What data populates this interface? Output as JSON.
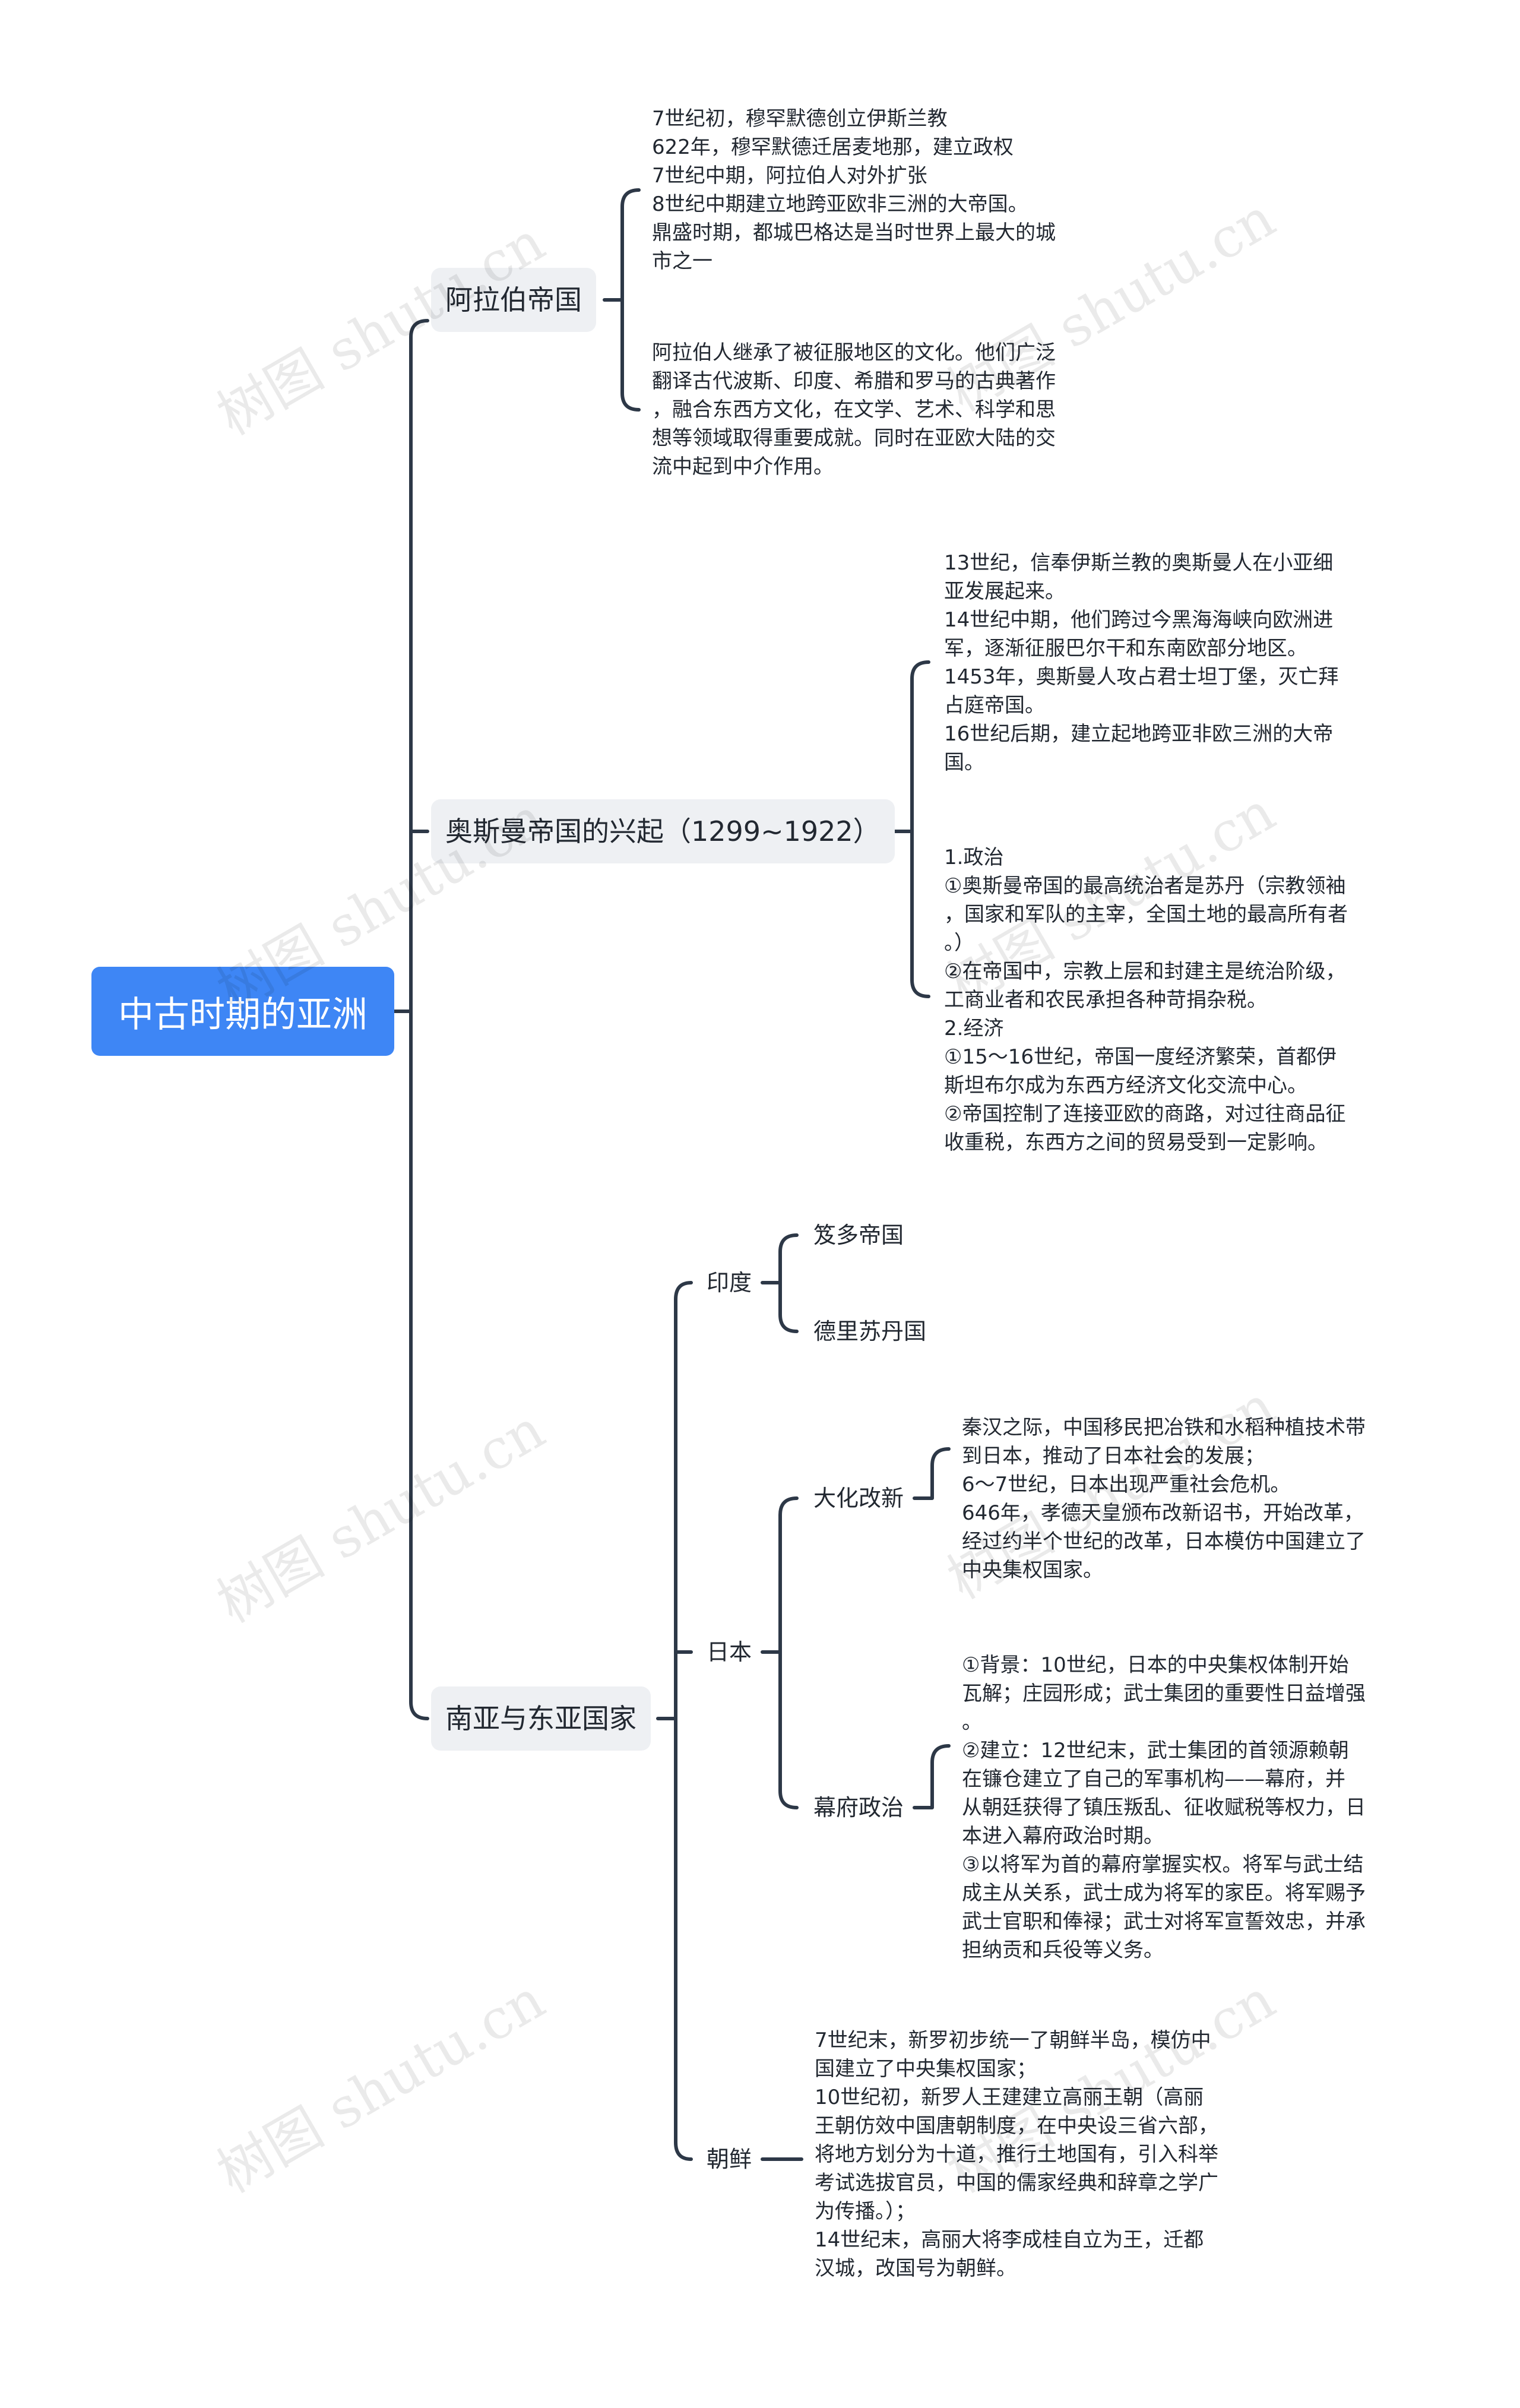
{
  "root": {
    "title": "中古时期的亚洲"
  },
  "watermark": "树图 shutu.cn",
  "arab": {
    "label": "阿拉伯帝国",
    "text1": "7世纪初，穆罕默德创立伊斯兰教\n622年，穆罕默德迁居麦地那，建立政权\n7世纪中期，阿拉伯人对外扩张\n8世纪中期建立地跨亚欧非三洲的大帝国。\n鼎盛时期，都城巴格达是当时世界上最大的城\n市之一",
    "text2": "阿拉伯人继承了被征服地区的文化。他们广泛\n翻译古代波斯、印度、希腊和罗马的古典著作\n，融合东西方文化，在文学、艺术、科学和思\n想等领域取得重要成就。同时在亚欧大陆的交\n流中起到中介作用。"
  },
  "ottoman": {
    "label": "奥斯曼帝国的兴起（1299~1922）",
    "text1": "13世纪，信奉伊斯兰教的奥斯曼人在小亚细\n亚发展起来。\n14世纪中期，他们跨过今黑海海峡向欧洲进\n军，逐渐征服巴尔干和东南欧部分地区。\n1453年，奥斯曼人攻占君士坦丁堡，灭亡拜\n占庭帝国。\n16世纪后期，建立起地跨亚非欧三洲的大帝\n国。",
    "text2": "1.政治\n①奥斯曼帝国的最高统治者是苏丹（宗教领袖\n，国家和军队的主宰，全国土地的最高所有者\n。）\n②在帝国中，宗教上层和封建主是统治阶级，\n工商业者和农民承担各种苛捐杂税。\n2.经济\n①15～16世纪，帝国一度经济繁荣，首都伊\n斯坦布尔成为东西方经济文化交流中心。\n②帝国控制了连接亚欧的商路，对过往商品征\n收重税，东西方之间的贸易受到一定影响。"
  },
  "south": {
    "label": "南亚与东亚国家",
    "india": {
      "label": "印度",
      "a": "笈多帝国",
      "b": "德里苏丹国"
    },
    "japan": {
      "label": "日本",
      "taika": "大化改新",
      "taika_text": "秦汉之际，中国移民把冶铁和水稻种植技术带\n到日本，推动了日本社会的发展；\n6～7世纪，日本出现严重社会危机。\n646年，孝德天皇颁布改新诏书，开始改革，\n经过约半个世纪的改革，日本模仿中国建立了\n中央集权国家。",
      "bakufu": "幕府政治",
      "bakufu_text": "①背景：10世纪，日本的中央集权体制开始\n瓦解；庄园形成；武士集团的重要性日益增强\n。\n②建立：12世纪末，武士集团的首领源赖朝\n在镰仓建立了自己的军事机构——幕府，并\n从朝廷获得了镇压叛乱、征收赋税等权力，日\n本进入幕府政治时期。\n③以将军为首的幕府掌握实权。将军与武士结\n成主从关系，武士成为将军的家臣。将军赐予\n武士官职和俸禄；武士对将军宣誓效忠，并承\n担纳贡和兵役等义务。"
    },
    "korea": {
      "label": "朝鲜",
      "text": "7世纪末，新罗初步统一了朝鲜半岛，模仿中\n国建立了中央集权国家；\n10世纪初，新罗人王建建立高丽王朝（高丽\n王朝仿效中国唐朝制度，在中央设三省六部，\n将地方划分为十道，推行土地国有，引入科举\n考试选拔官员，中国的儒家经典和辞章之学广\n为传播。）；\n14世纪末，高丽大将李成桂自立为王，迁都\n汉城，改国号为朝鲜。"
    }
  },
  "colors": {
    "accent": "#3e86f5",
    "line": "#2d3847",
    "node_bg": "#eef0f3"
  }
}
